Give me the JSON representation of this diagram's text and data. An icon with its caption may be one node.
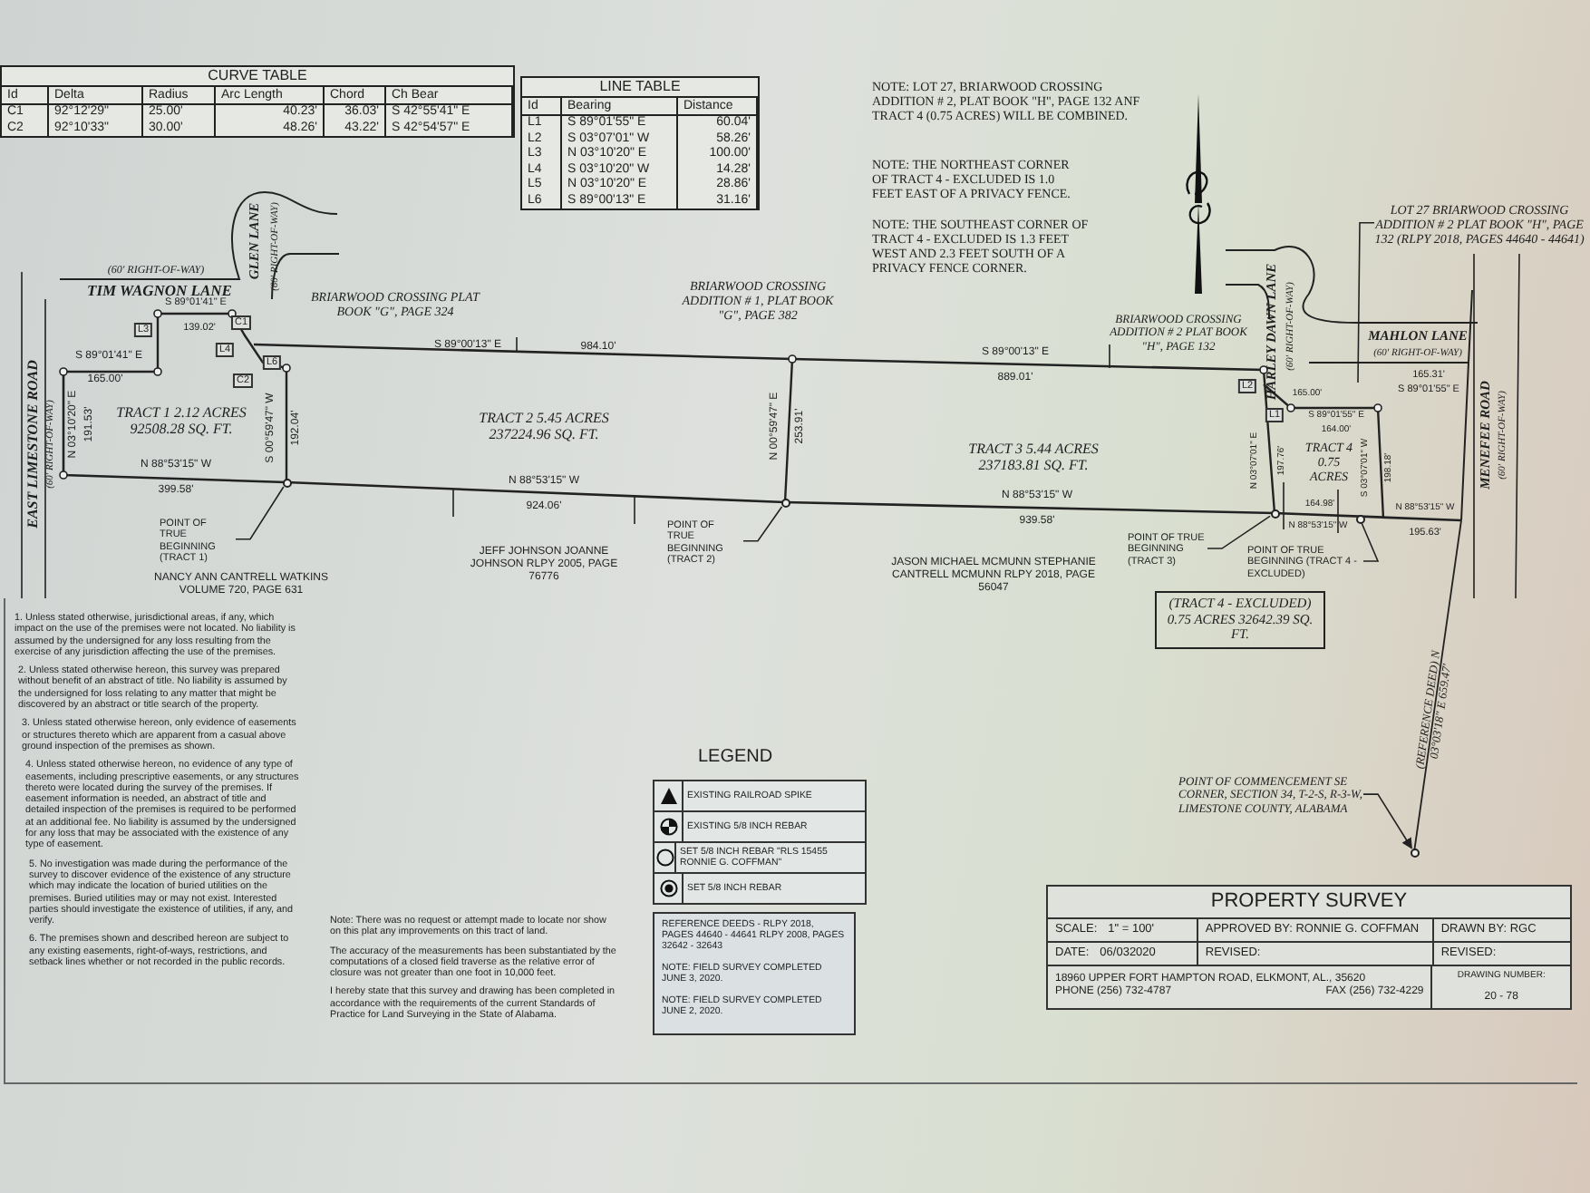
{
  "diagram": {
    "nodes": [
      {
        "text": [
          "POINT OF TRUE BEGINNING (TRACT 1)"
        ]
      },
      {
        "text": [
          "POINT OF TRUE BEGINNING (TRACT 2)"
        ]
      },
      {
        "text": [
          "POINT OF TRUE BEGINNING (TRACT 3)"
        ]
      },
      {
        "text": [
          "POINT OF TRUE BEGINNING (TRACT 4 - EXCLUDED)"
        ]
      },
      {
        "text": [
          "POINT OF COMMENCEMENT SE CORNER, SECTION 34, T-2-S, R-3-W, LIMESTONE COUNTY, ALABAMA"
        ]
      },
      {
        "text": [
          "LOT 27 BRIARWOOD CROSSING ADDITION # 2 PLAT BOOK \"H\", PAGE 132 (RLPY 2018, PAGES 44640 - 44641)"
        ]
      },
      {
        "text": [
          "(TRACT 4 - EXCLUDED) 0.75 ACRES 32642.39 SQ. FT."
        ]
      },
      {
        "text": [],
        "shape": "circle"
      },
      {
        "text": [],
        "shape": "circle"
      },
      {
        "text": [],
        "shape": "circle"
      },
      {
        "text": [],
        "shape": "circle"
      },
      {
        "text": [],
        "shape": "circle"
      }
    ],
    "edges": [
      {
        "from": 0,
        "to": 7,
        "arrow": "none"
      },
      {
        "from": 1,
        "to": 8,
        "arrow": "none"
      },
      {
        "from": 2,
        "to": 9,
        "arrow": "none"
      },
      {
        "from": 3,
        "to": 10,
        "arrow": "none"
      },
      {
        "from": 4,
        "to": 11,
        "arrow": "to"
      },
      {
        "from": 5,
        "to": null,
        "arrow": "none"
      }
    ],
    "labels": [
      "CURVE TABLE",
      "Id",
      "Delta",
      "Radius",
      "Arc Length",
      "Chord",
      "Ch Bear",
      "C1",
      "92°12'29\"",
      "25.00'",
      "40.23'",
      "36.03'",
      "S 42°55'41\" E",
      "C2",
      "92°10'33\"",
      "30.00'",
      "48.26'",
      "43.22'",
      "S 42°54'57\" E",
      "LINE TABLE",
      "Id",
      "Bearing",
      "Distance",
      "L1",
      "S 89°01'55\" E",
      "60.04'",
      "L2",
      "S 03°07'01\" W",
      "58.26'",
      "L3",
      "N 03°10'20\" E",
      "100.00'",
      "L4",
      "S 03°10'20\" W",
      "14.28'",
      "L5",
      "N 03°10'20\" E",
      "28.86'",
      "L6",
      "S 89°00'13\" E",
      "31.16'",
      "NOTE: LOT 27, BRIARWOOD CROSSING ADDITION # 2, PLAT BOOK \"H\", PAGE 132 ANF TRACT 4 (0.75 ACRES) WILL BE COMBINED.",
      "NOTE: THE NORTHEAST CORNER OF TRACT 4 - EXCLUDED IS 1.0 FEET EAST OF A PRIVACY FENCE.",
      "NOTE: THE SOUTHEAST CORNER OF TRACT 4 - EXCLUDED IS 1.3 FEET WEST AND 2.3 FEET SOUTH OF A PRIVACY FENCE CORNER.",
      "(60' RIGHT-OF-WAY)",
      "TIM WAGNON LANE",
      "GLEN LANE",
      "(60' RIGHT-OF-WAY)",
      "EAST LIMESTONE ROAD",
      "(60' RIGHT-OF-WAY)",
      "BRIARWOOD CROSSING PLAT BOOK \"G\", PAGE 324",
      "BRIARWOOD CROSSING ADDITION # 1, PLAT BOOK \"G\", PAGE 382",
      "BRIARWOOD CROSSING ADDITION # 2 PLAT BOOK \"H\", PAGE 132",
      "HARLEY DAWN LANE",
      "(60' RIGHT-OF-WAY)",
      "MAHLON LANE",
      "(60' RIGHT-OF-WAY)",
      "MENEFEE ROAD",
      "(60' RIGHT-OF-WAY)",
      "S 89°01'41\" E",
      "139.02'",
      "S 89°01'41\" E",
      "165.00'",
      "N 03°10'20\" E",
      "191.53'",
      "N 88°53'15\" W",
      "399.58'",
      "S 00°59'47\" W",
      "192.04'",
      "S 89°00'13\" E",
      "984.10'",
      "N 88°53'15\" W",
      "924.06'",
      "N 00°59'47\" E",
      "253.91'",
      "S 89°00'13\" E",
      "889.01'",
      "N 88°53'15\" W",
      "939.58'",
      "N 03°07'01\" E",
      "197.76'",
      "165.00'",
      "S 89°01'55\" E",
      "164.00'",
      "S 03°07'01\" W",
      "198.18'",
      "164.98'",
      "N 88°53'15\" W",
      "N 88°53'15\" W",
      "195.63'",
      "165.31'",
      "S 89°01'55\" E",
      "TRACT 1 2.12 ACRES 92508.28 SQ. FT.",
      "TRACT 2 5.45 ACRES 237224.96 SQ. FT.",
      "TRACT 3 5.44 ACRES 237183.81 SQ. FT.",
      "TRACT 4 0.75 ACRES",
      "NANCY ANN CANTRELL WATKINS VOLUME 720, PAGE 631",
      "JEFF JOHNSON JOANNE JOHNSON RLPY 2005, PAGE 76776",
      "JASON MICHAEL MCMUNN STEPHANIE CANTRELL MCMUNN RLPY 2018, PAGE 56047",
      "(REFERENCE DEED) N 03°03'18\" E 659.47'",
      "L3",
      "C1",
      "L4",
      "C2",
      "L6",
      "L2",
      "L1",
      "1. Unless stated otherwise, jurisdictional areas, if any, which impact on the use of the premises were not located. No liability is assumed by the undersigned for any loss resulting from the exercise of any jurisdiction affecting the use of the premises.",
      "2. Unless stated otherwise hereon, this survey was prepared without benefit of an abstract of title. No liability is assumed by the undersigned for loss relating to any matter that might be discovered by an abstract or title search of the property.",
      "3. Unless stated otherwise hereon, only evidence of easements or structures thereto which are apparent from a casual above ground inspection of the premises as shown.",
      "4. Unless stated otherwise hereon, no evidence of any type of easements, including prescriptive easements, or any structures thereto were located during the survey of the premises. If easement information is needed, an abstract of title and detailed inspection of the premises is required to be performed at an additional fee. No liability is assumed by the undersigned for any loss that may be associated with the existence of any type of easement.",
      "5. No investigation was made during the performance of the survey to discover evidence of the existence of any structure which may indicate the location of buried utilities on the premises. Buried utilities may or may not exist. Interested parties should investigate the existence of utilities, if any, and verify.",
      "6. The premises shown and described hereon are subject to any existing easements, right-of-ways, restrictions, and setback lines whether or not recorded in the public records.",
      "Note: There was no request or attempt made to locate nor show on this plat any improvements on this tract of land.",
      "The accuracy of the measurements has been substantiated by the computations of a closed field traverse as the relative error of closure was not greater than one foot in 10,000 feet.",
      "I hereby state that this survey and drawing has been completed in accordance with the requirements of the current Standards of Practice for Land Surveying in the State of Alabama.",
      "LEGEND",
      "REFERENCE DEEDS - RLPY 2018, PAGES 44640 - 44641 RLPY 2008, PAGES 32642 - 32643",
      "NOTE: FIELD SURVEY COMPLETED JUNE 3, 2020.",
      "NOTE: FIELD SURVEY COMPLETED JUNE 2, 2020.",
      "PROPERTY SURVEY",
      "SCALE:",
      "1\" = 100'",
      "APPROVED BY: RONNIE G. COFFMAN",
      "DRAWN BY: RGC",
      "DATE:",
      "06/032020",
      "REVISED:",
      "REVISED:",
      "18960 UPPER FORT HAMPTON ROAD, ELKMONT, AL., 35620",
      "PHONE (256) 732-4787",
      "FAX (256) 732-4229",
      "DRAWING NUMBER:",
      "20 - 78"
    ],
    "legend": [
      {
        "text": "EXISTING RAILROAD SPIKE"
      },
      {
        "text": "EXISTING 5/8 INCH REBAR"
      },
      {
        "text": "SET 5/8 INCH REBAR \"RLS 15455 RONNIE G. COFFMAN\""
      },
      {
        "text": "SET 5/8 INCH REBAR"
      }
    ]
  }
}
